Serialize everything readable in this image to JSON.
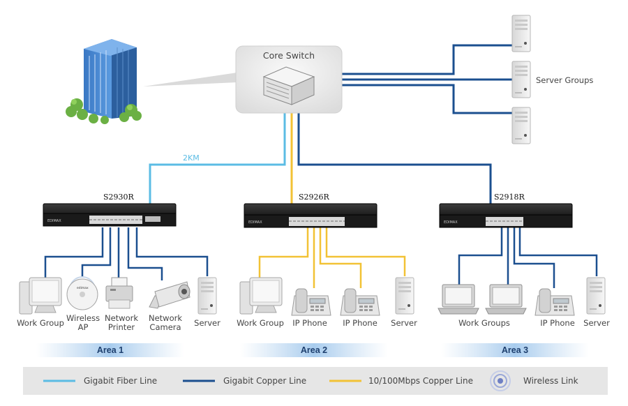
{
  "core": {
    "label": "Core Switch"
  },
  "servers": {
    "label": "Server Groups"
  },
  "fiber": {
    "distance": "2KM"
  },
  "switches": [
    {
      "label": "S2930R"
    },
    {
      "label": "S2926R"
    },
    {
      "label": "S2918R"
    }
  ],
  "area1": {
    "title": "Area 1",
    "devices": {
      "workgroup": "Work Group",
      "ap_line1": "Wireless",
      "ap_line2": "AP",
      "printer_line1": "Network",
      "printer_line2": "Printer",
      "camera_line1": "Network",
      "camera_line2": "Camera",
      "server": "Server"
    }
  },
  "area2": {
    "title": "Area 2",
    "devices": {
      "workgroup": "Work Group",
      "phone1": "IP Phone",
      "phone2": "IP Phone",
      "server": "Server"
    }
  },
  "area3": {
    "title": "Area 3",
    "devices": {
      "workgroups": "Work Groups",
      "phone": "IP Phone",
      "server": "Server"
    }
  },
  "legend": {
    "fiber": "Gigabit Fiber Line",
    "copper": "Gigabit Copper Line",
    "fast": "10/100Mbps Copper Line",
    "wireless": "Wireless Link"
  },
  "colors": {
    "fiber": "#5bbce4",
    "copper": "#1b4f8f",
    "fast": "#f2c235",
    "legend_bg": "#e6e6e6"
  }
}
